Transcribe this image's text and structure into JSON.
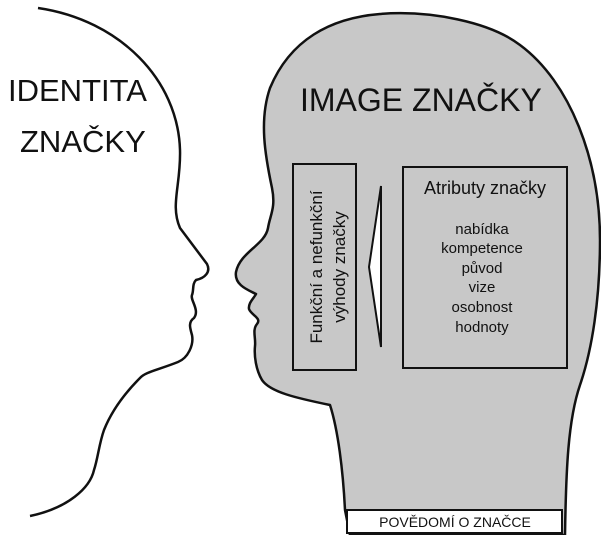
{
  "left_profile": {
    "label_lines": [
      "IDENTITA",
      "ZNAČKY"
    ]
  },
  "right_head": {
    "title": "IMAGE ZNAČKY",
    "benefits_box": {
      "lines": [
        "Funkční a nefunkční",
        "výhody značky"
      ]
    },
    "attributes_box": {
      "title": "Atributy značky",
      "items": [
        "nabídka",
        "kompetence",
        "původ",
        "vize",
        "osobnost",
        "hodnoty"
      ]
    },
    "neck_label": "POVĚDOMÍ O ZNAČCE"
  },
  "colors": {
    "head_fill": "#c8c8c8",
    "outline": "#111111",
    "background": "#ffffff"
  }
}
